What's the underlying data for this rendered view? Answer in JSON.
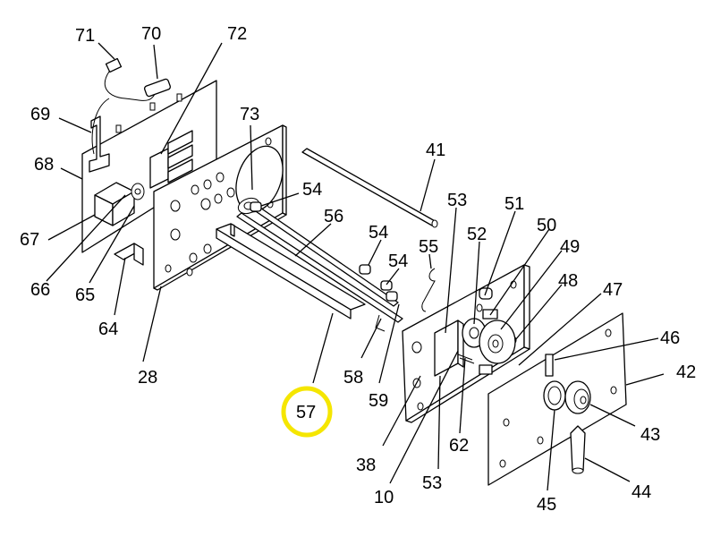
{
  "parts": [
    {
      "id": "71",
      "label": "71"
    },
    {
      "id": "70",
      "label": "70"
    },
    {
      "id": "72",
      "label": "72"
    },
    {
      "id": "69",
      "label": "69"
    },
    {
      "id": "68",
      "label": "68"
    },
    {
      "id": "73",
      "label": "73"
    },
    {
      "id": "41",
      "label": "41"
    },
    {
      "id": "54a",
      "label": "54"
    },
    {
      "id": "56",
      "label": "56"
    },
    {
      "id": "53a",
      "label": "53"
    },
    {
      "id": "51",
      "label": "51"
    },
    {
      "id": "50",
      "label": "50"
    },
    {
      "id": "52",
      "label": "52"
    },
    {
      "id": "67",
      "label": "67"
    },
    {
      "id": "54b",
      "label": "54"
    },
    {
      "id": "55",
      "label": "55"
    },
    {
      "id": "54c",
      "label": "54"
    },
    {
      "id": "49",
      "label": "49"
    },
    {
      "id": "48",
      "label": "48"
    },
    {
      "id": "47",
      "label": "47"
    },
    {
      "id": "66",
      "label": "66"
    },
    {
      "id": "65",
      "label": "65"
    },
    {
      "id": "64",
      "label": "64"
    },
    {
      "id": "46",
      "label": "46"
    },
    {
      "id": "42",
      "label": "42"
    },
    {
      "id": "28",
      "label": "28"
    },
    {
      "id": "58",
      "label": "58"
    },
    {
      "id": "59",
      "label": "59"
    },
    {
      "id": "57",
      "label": "57"
    },
    {
      "id": "62",
      "label": "62"
    },
    {
      "id": "43",
      "label": "43"
    },
    {
      "id": "38",
      "label": "38"
    },
    {
      "id": "53b",
      "label": "53"
    },
    {
      "id": "44",
      "label": "44"
    },
    {
      "id": "10",
      "label": "10"
    },
    {
      "id": "45",
      "label": "45"
    }
  ],
  "highlight": {
    "part": "57",
    "color": "#f5e600"
  }
}
